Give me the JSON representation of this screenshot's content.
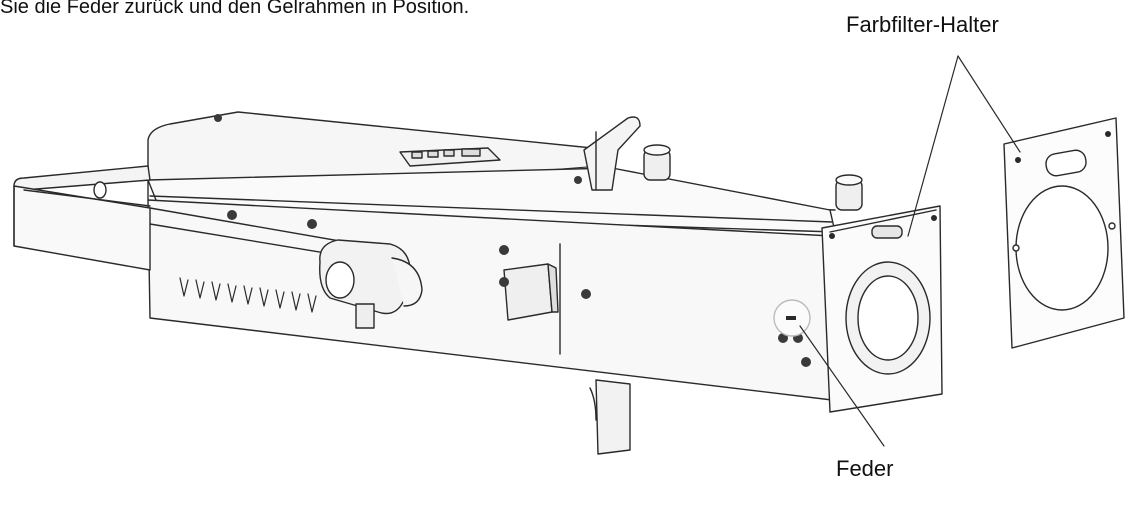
{
  "instruction_text": "Sie die Feder zurück und den Gelrahmen in Position.",
  "labels": {
    "color_filter_holder": "Farbfilter-Halter",
    "spring": "Feder"
  },
  "colors": {
    "line": "#2a2a2a",
    "fill_light": "#f6f6f6",
    "fill_mid": "#ececec",
    "screw": "#3a3a3a"
  }
}
